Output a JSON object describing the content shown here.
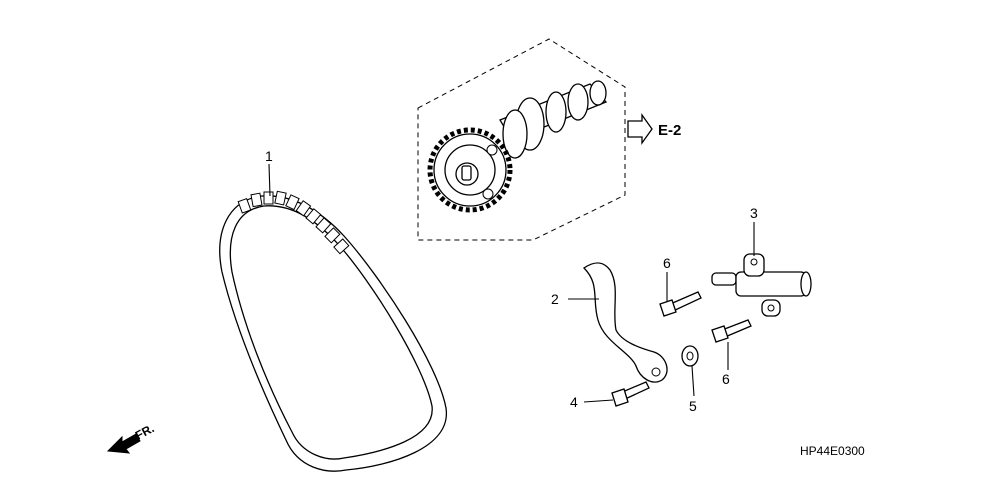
{
  "callouts": {
    "chain": "1",
    "guide": "2",
    "tensioner": "3",
    "bolt_guide": "4",
    "washer": "5",
    "bolt_upper": "6",
    "bolt_lower": "6"
  },
  "reference": {
    "label": "E-2"
  },
  "front_indicator": {
    "label": "FR."
  },
  "diagram_code": "HP44E0300"
}
